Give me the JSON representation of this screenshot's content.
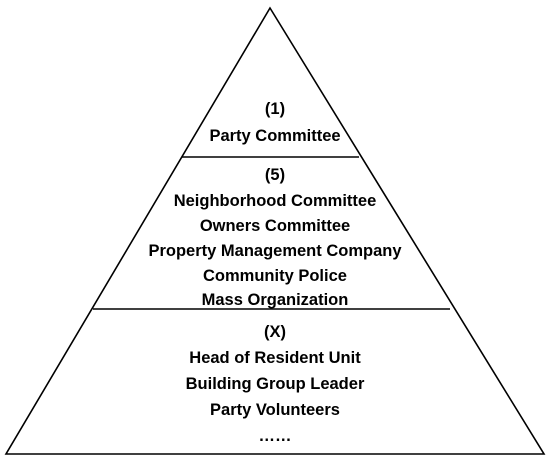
{
  "colors": {
    "stroke": "#000000",
    "fill": "#ffffff",
    "text": "#000000"
  },
  "pyramid": {
    "tiers": [
      {
        "count": "(1)",
        "items": [
          "Party Committee"
        ]
      },
      {
        "count": "(5)",
        "items": [
          "Neighborhood Committee",
          "Owners Committee",
          "Property Management Company",
          "Community Police",
          "Mass Organization"
        ]
      },
      {
        "count": "(X)",
        "items": [
          "Head of Resident Unit",
          "Building Group Leader",
          "Party Volunteers",
          "……"
        ]
      }
    ]
  }
}
